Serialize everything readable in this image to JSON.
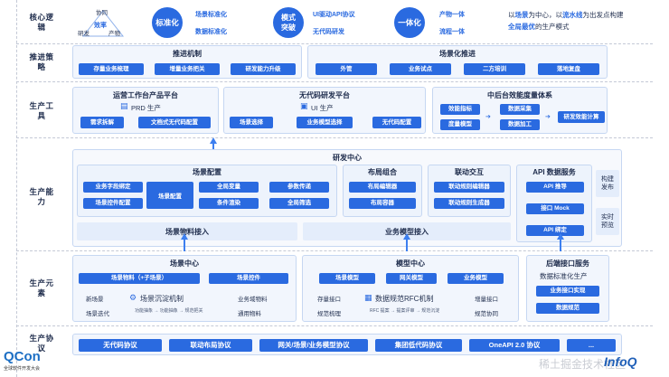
{
  "row_labels": [
    "核心逻辑",
    "推进策略",
    "生产工具",
    "生产能力",
    "生产元素",
    "生产协议"
  ],
  "core": {
    "triangle": {
      "top": "协同",
      "center": "效率",
      "left": "研发",
      "right": "产物"
    },
    "c1": {
      "circle": "标准化",
      "items": [
        "场景标准化",
        "数据标准化"
      ]
    },
    "c2": {
      "circle": "模式突破",
      "items": [
        "UI驱动API协议",
        "无代码研发"
      ]
    },
    "c3": {
      "circle": "一体化",
      "items": [
        "产物一体",
        "流程一体"
      ]
    },
    "desc": {
      "p1": "以",
      "k1": "场景",
      "p2": "为中心，以",
      "k2": "流水线",
      "p3": "为出发点构建",
      "k3": "全局最优",
      "p4": "的生产模式"
    }
  },
  "strategy": {
    "left": {
      "title": "推进机制",
      "items": [
        "存量业务梳理",
        "增量业务把关",
        "研发能力升级"
      ]
    },
    "right": {
      "title": "场景化推进",
      "items": [
        "外管",
        "业务试点",
        "二方培训",
        "落地复盘"
      ]
    }
  },
  "tools": {
    "t1": {
      "title": "运营工作台产品平台",
      "sub": "PRD 生产",
      "items": [
        "需求拆解",
        "文档式无代码配置"
      ]
    },
    "t2": {
      "title": "无代码研发平台",
      "sub": "UI 生产",
      "items": [
        "场景选择",
        "业务模型选择",
        "无代码配置"
      ]
    },
    "t3": {
      "title": "中后台效能度量体系",
      "items": [
        "效能指标",
        "度量模型",
        "数据采集",
        "数据加工",
        "研发效能计算"
      ]
    }
  },
  "capability": {
    "title": "研发中心",
    "scene": {
      "title": "场景配置",
      "left": [
        "业务字段绑定",
        "场景控件配置"
      ],
      "mid": "场景配置",
      "right": [
        "全局变量",
        "参数传递",
        "条件渲染",
        "全局筛选"
      ]
    },
    "layout": {
      "title": "布局组合",
      "items": [
        "布局编辑器",
        "布局容器"
      ]
    },
    "linkage": {
      "title": "联动交互",
      "items": [
        "联动规则编辑器",
        "联动规则生成器"
      ]
    },
    "api": {
      "title": "API 数据服务",
      "items": [
        "API 推导",
        "接口 Mock",
        "API 绑定"
      ]
    },
    "side": [
      "构建发布",
      "实时预览"
    ],
    "access": [
      "场景物料接入",
      "业务模型接入"
    ]
  },
  "elements": {
    "scene_center": {
      "title": "场景中心",
      "items": [
        "场景物料（+子场景）",
        "场景控件"
      ],
      "left": [
        "新场景",
        "场景迭代"
      ],
      "mech": "场景沉淀机制",
      "mech_sub": "功能抽象 → 功能抽象 → 规范把关",
      "right": [
        "业务域物料",
        "通用物料"
      ]
    },
    "model_center": {
      "title": "模型中心",
      "items": [
        "场景模型",
        "网关模型",
        "业务模型"
      ],
      "left": [
        "存量接口",
        "规范梳理"
      ],
      "mech": "数据规范RFC机制",
      "mech_sub": "RFC 提案 → 提案评审 → 规范沉淀",
      "right": [
        "增量接口",
        "规范协同"
      ]
    },
    "backend": {
      "title": "后端接口服务",
      "sub": "数据标准化生产",
      "items": [
        "业务接口实现",
        "数据规范"
      ]
    }
  },
  "protocols": [
    "无代码协议",
    "联动布局协议",
    "网关/场景/业务模型协议",
    "集团低代码协议",
    "OneAPI 2.0 协议",
    "..."
  ],
  "footer": {
    "logo": "QCon",
    "logo_sub": "全球软件开发大会",
    "watermark": "稀土掘金技术社区",
    "brand": "InfoQ"
  }
}
